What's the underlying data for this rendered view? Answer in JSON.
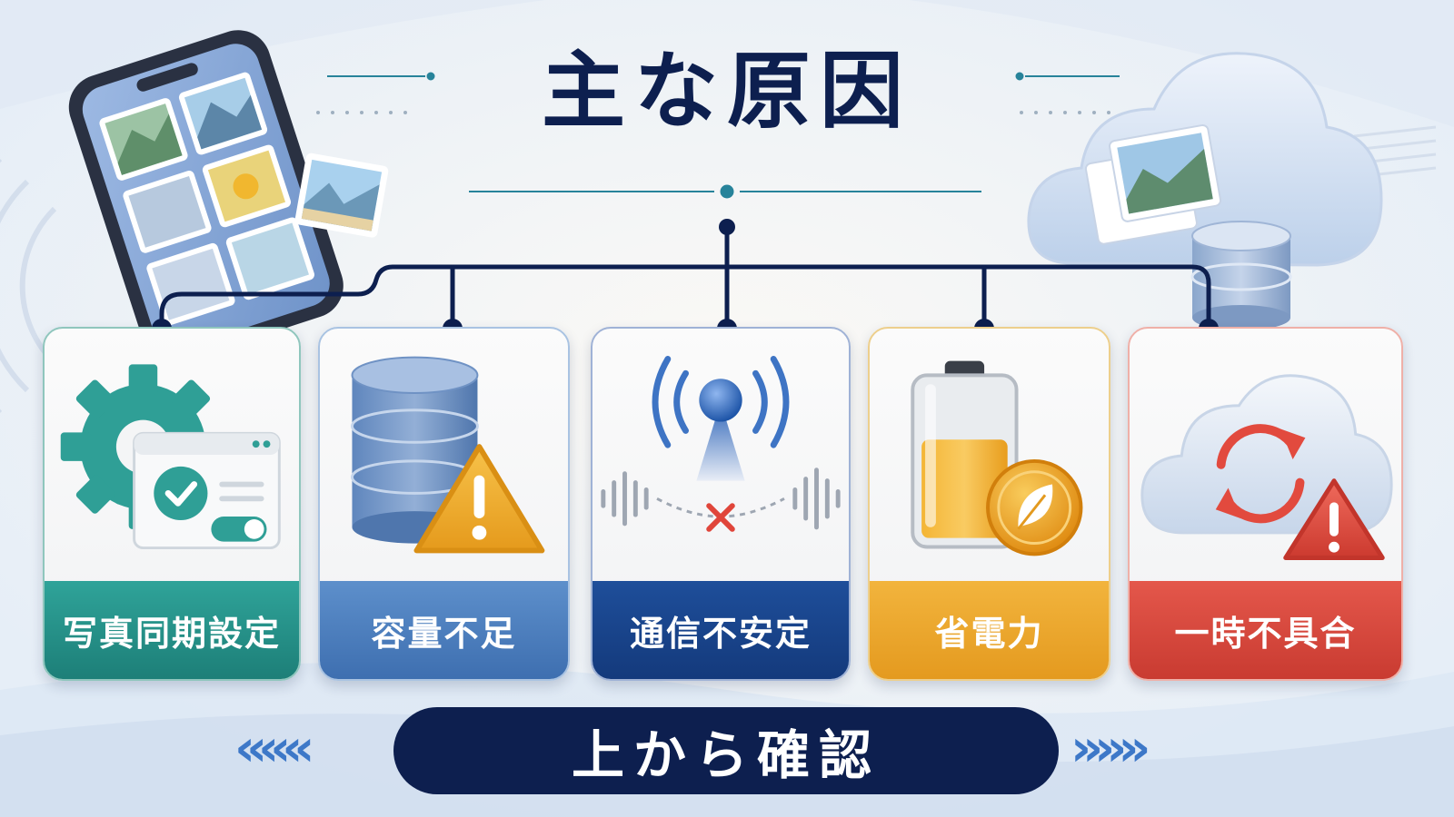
{
  "title": "主な原因",
  "causes": [
    {
      "label": "写真同期設定",
      "icon": "gear-settings-check-icon",
      "color": "#1f8a80"
    },
    {
      "label": "容量不足",
      "icon": "database-warning-icon",
      "color": "#4a7dbf"
    },
    {
      "label": "通信不安定",
      "icon": "signal-tower-error-icon",
      "color": "#16407f"
    },
    {
      "label": "省電力",
      "icon": "battery-leaf-icon",
      "color": "#eaa52a"
    },
    {
      "label": "一時不具合",
      "icon": "cloud-sync-warning-icon",
      "color": "#d5453a"
    }
  ],
  "footer": {
    "label": "上から確認"
  },
  "colors": {
    "navy": "#0d1f4f",
    "accent": "#3d78c8",
    "background": "#f6f3ee"
  }
}
